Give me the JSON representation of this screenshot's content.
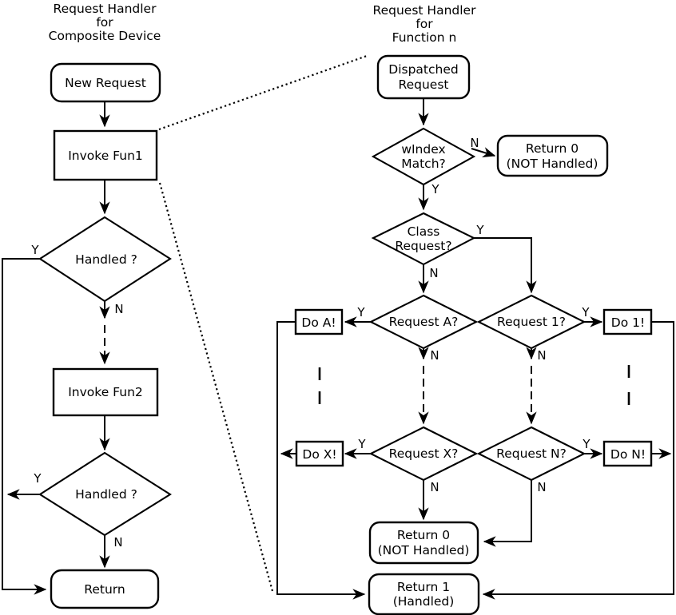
{
  "colors": {
    "ink": "#000000",
    "paper": "#ffffff"
  },
  "left": {
    "title_line1": "Request Handler",
    "title_line2": "for",
    "title_line3": "Composite Device",
    "new_request": "New Request",
    "invoke_fun1": "Invoke Fun1",
    "handled1": "Handled ?",
    "handled1_yes": "Y",
    "handled1_no": "N",
    "invoke_fun2": "Invoke Fun2",
    "handled2": "Handled ?",
    "handled2_yes": "Y",
    "handled2_no": "N",
    "return_label": "Return"
  },
  "right": {
    "title_line1": "Request Handler",
    "title_line2": "for",
    "title_line3": "Function n",
    "dispatched_line1": "Dispatched",
    "dispatched_line2": "Request",
    "windex_line1": "wIndex",
    "windex_line2": "Match?",
    "windex_no": "N",
    "windex_yes": "Y",
    "return0_top_line1": "Return 0",
    "return0_top_line2": "(NOT Handled)",
    "class_line1": "Class",
    "class_line2": "Request?",
    "class_yes": "Y",
    "class_no": "N",
    "request_a": "Request A?",
    "request_a_yes": "Y",
    "request_a_no": "N",
    "do_a": "Do A!",
    "request_1": "Request 1?",
    "request_1_yes": "Y",
    "request_1_no": "N",
    "do_1": "Do 1!",
    "request_x": "Request X?",
    "request_x_yes": "Y",
    "request_x_no": "N",
    "do_x": "Do X!",
    "request_n": "Request N?",
    "request_n_yes": "Y",
    "request_n_no": "N",
    "do_n": "Do N!",
    "return0_bottom_line1": "Return 0",
    "return0_bottom_line2": "(NOT Handled)",
    "return1_line1": "Return 1",
    "return1_line2": "(Handled)"
  }
}
